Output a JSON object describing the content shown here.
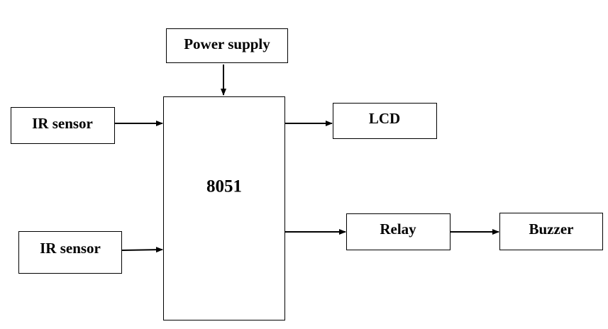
{
  "blocks": {
    "power_supply": "Power supply",
    "ir_sensor_1": "IR sensor",
    "ir_sensor_2": "IR sensor",
    "mcu": "8051",
    "lcd": "LCD",
    "relay": "Relay",
    "buzzer": "Buzzer"
  },
  "colors": {
    "stroke": "#000000",
    "background": "#ffffff"
  }
}
